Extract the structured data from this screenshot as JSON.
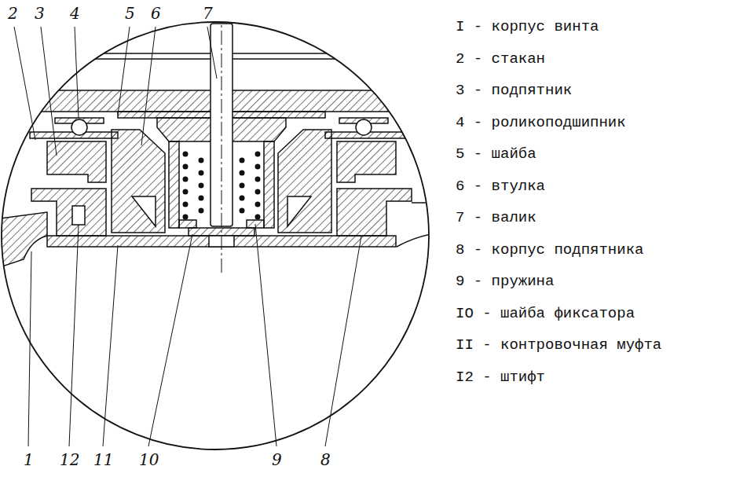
{
  "diagram": {
    "labels": [
      "2",
      "3",
      "4",
      "5",
      "6",
      "7",
      "1",
      "12",
      "11",
      "10",
      "9",
      "8",
      "I - корпус винта",
      "2 - стакан",
      "3 - подпятник",
      "4 - роликоподшипник",
      "5 - шайба",
      "6 - втулка",
      "7 - валик",
      "8 - корпус подпятника",
      "9 - пружина",
      "IO - шайба фиксатора",
      "II - контровочная муфта",
      "I2 - штифт"
    ]
  }
}
